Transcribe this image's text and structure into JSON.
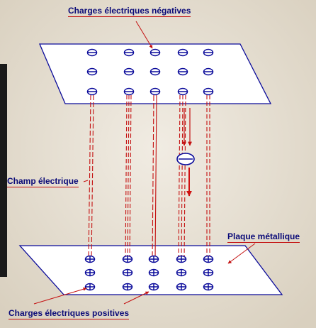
{
  "labels": {
    "top_title": "Charges électriques négatives",
    "field": "Champ électrique",
    "plate": "Plaque métallique",
    "bottom_title": "Charges électriques positives"
  },
  "colors": {
    "background": "#e6dfd2",
    "plate_stroke": "#0a0a9a",
    "field_line": "#c41010",
    "label_text": "#0a0a78",
    "moving_arrow": "#d01010"
  },
  "icons": {
    "negative_charge": "circle-minus",
    "positive_charge": "circle-plus",
    "left_dark_strip": "photo-edge"
  }
}
